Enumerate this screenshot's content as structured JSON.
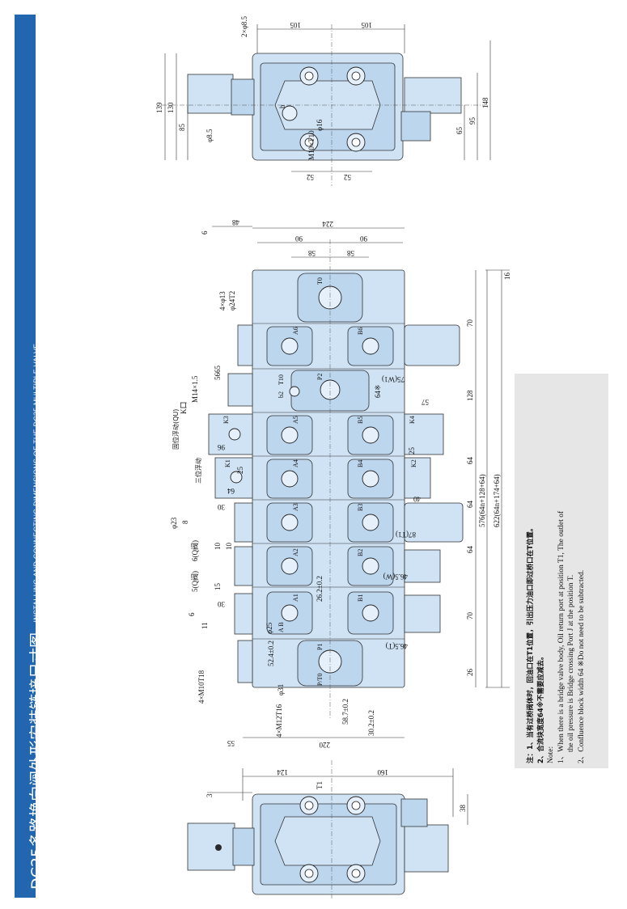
{
  "title": {
    "cn": "DC25多路换向阀外形安装链接尺寸图",
    "en": "INSTALLING AND CONNECTING DIMENSIONS OF THE DC25 MULTIPLE VALVE"
  },
  "top_view": {
    "dims": [
      "105",
      "105",
      "2×φ8.5",
      "139",
      "130",
      "85",
      "φ8.5",
      "φ16",
      "M10×T10",
      "b",
      "52",
      "52",
      "65",
      "95",
      "148"
    ]
  },
  "main_view": {
    "dims_top": [
      "6",
      "48",
      "224",
      "90",
      "90",
      "58",
      "58"
    ],
    "dims_bottom": [
      "220",
      "55",
      "30.2±0.2",
      "58.7±0.2",
      "4×M12T16",
      "4×M10T18"
    ],
    "dims_right": [
      "16",
      "70",
      "128",
      "64",
      "64",
      "64",
      "70",
      "26",
      "576(64n+128+64)",
      "622(64n+174+64)",
      "75(W1)",
      "57",
      "25",
      "40",
      "87(T1)",
      "46.5(W)",
      "46.5(T)"
    ],
    "dims_left": [
      "4×φ13",
      "φ24T2",
      "5665",
      "M14×1.5",
      "K口",
      "固位浮动(QU)",
      "三位浮动",
      "96",
      "64",
      "25",
      "30",
      "φ23",
      "8",
      "10",
      "10",
      "6(Q阀)",
      "15",
      "5(Q阀)",
      "30",
      "6",
      "11"
    ],
    "ports": [
      "T0",
      "A6",
      "B6",
      "P2",
      "T10",
      "b2",
      "K3",
      "A5",
      "B5",
      "K4",
      "K1",
      "A4",
      "B4",
      "K2",
      "A3",
      "B3",
      "A2",
      "B2",
      "A1",
      "B1",
      "P1",
      "P/T0"
    ],
    "center": [
      "26.2±0.2",
      "52.4±0.2",
      "64※",
      "φ25",
      "A B",
      "φ31"
    ]
  },
  "bottom_view": {
    "dims": [
      "124",
      "160",
      "T1",
      "3",
      "38"
    ]
  },
  "notes": {
    "cn_1": "注：1、当有过桥阀体时，回油口在T1位置，引出压力油口即过桥口在T位置。",
    "cn_2": "2、合流块宽度64※不需要应减去。",
    "en_head": "Note:",
    "en_1": "1、When there is a bridge valve body, Oil return port at position T1, The outlet of",
    "en_1b": "the oil pressure is Bridge crossing Port J at the position T.",
    "en_2": "2、Confluence block width 64 ※Do not need to be subtracted."
  },
  "colors": {
    "sidebar": "#2266b0",
    "valve": "#cfe3f4",
    "notes_bg": "#e6e6e6"
  }
}
